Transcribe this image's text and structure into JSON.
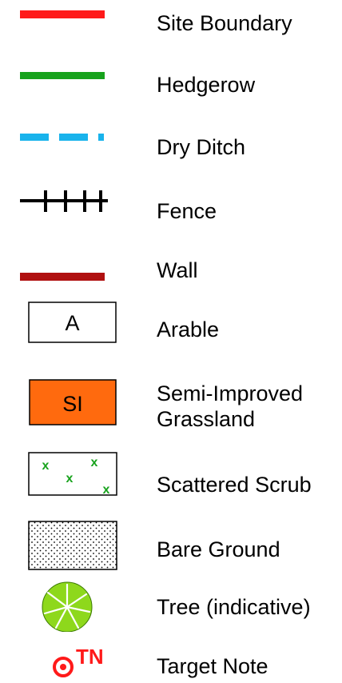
{
  "legend": {
    "items": [
      {
        "label": "Site Boundary",
        "symbol": "solid-line",
        "color": "#ff1a1a"
      },
      {
        "label": "Hedgerow",
        "symbol": "solid-line",
        "color": "#17a21c"
      },
      {
        "label": "Dry Ditch",
        "symbol": "dashed-line",
        "color": "#19b3ec"
      },
      {
        "label": "Fence",
        "symbol": "fence-line",
        "color": "#000000"
      },
      {
        "label": "Wall",
        "symbol": "solid-line",
        "color": "#b01010"
      },
      {
        "label": "Arable",
        "symbol": "labelled-box",
        "box_text": "A",
        "fill": "#ffffff"
      },
      {
        "label": "Semi-Improved Grassland",
        "symbol": "labelled-box",
        "box_text": "SI",
        "fill": "#ff6a0e"
      },
      {
        "label": "Scattered Scrub",
        "symbol": "scrub-box",
        "mark": "x",
        "mark_color": "#17a21c"
      },
      {
        "label": "Bare Ground",
        "symbol": "stippled-box"
      },
      {
        "label": "Tree (indicative)",
        "symbol": "tree",
        "color": "#8ed81c"
      },
      {
        "label": "Target Note",
        "symbol": "target-note",
        "badge_text": "TN",
        "color": "#ff1a1a"
      }
    ]
  }
}
